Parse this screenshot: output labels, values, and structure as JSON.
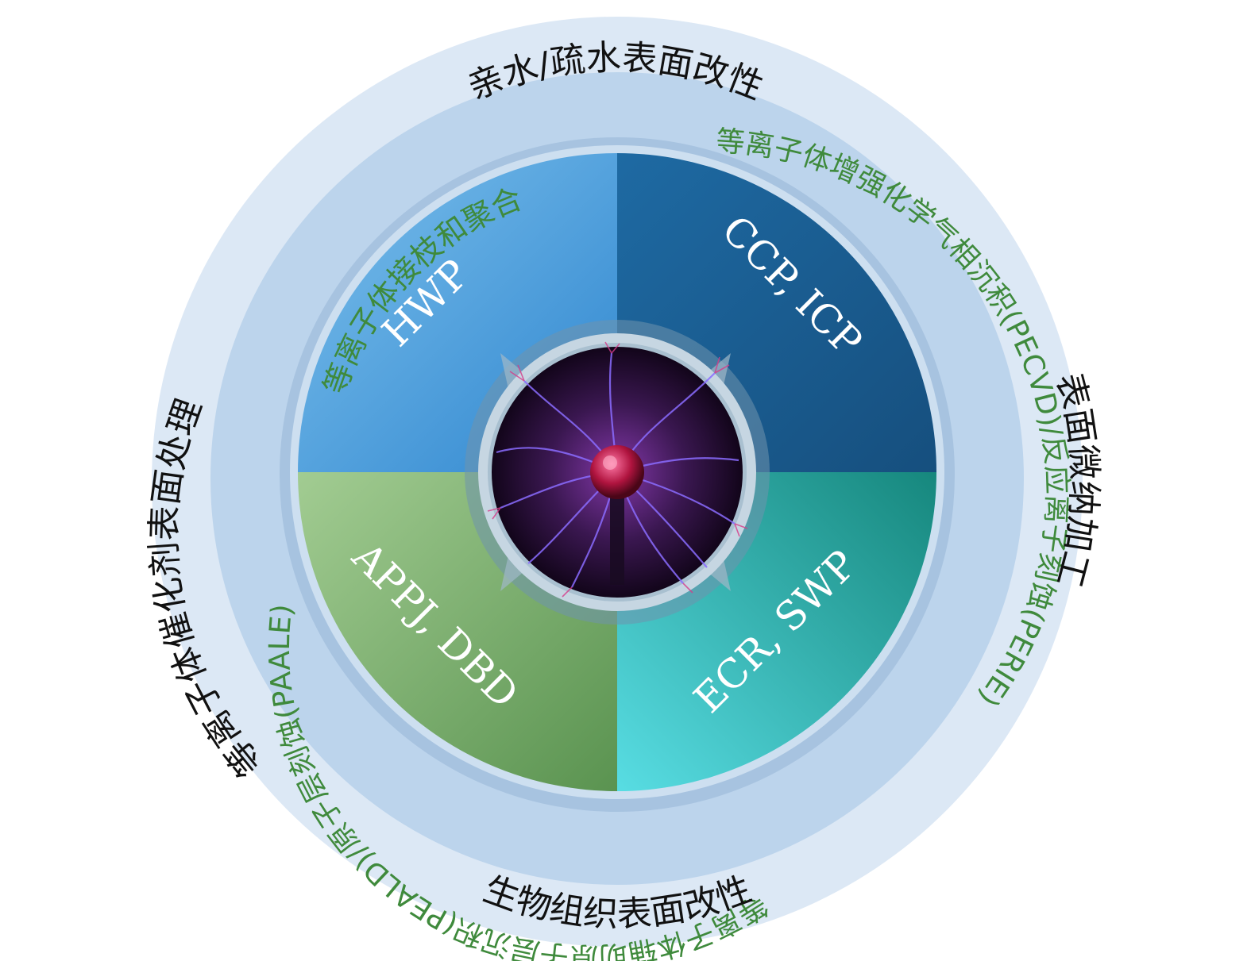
{
  "outer_ring_labels": {
    "top": "亲水/疏水表面改性",
    "right": "表面微纳加工",
    "bottom": "生物组织表面改性",
    "left": "等离子体催化剂表面处理"
  },
  "inner_ring_labels": {
    "top_left": "等离子体接枝和聚合",
    "right": "等离子体增强化学气相沉积(PECVD)/反应离子刻蚀(PERIE)",
    "bottom_left": "等离子体辅助原子层沉积(PEALD)/原子层刻蚀(PAALE)"
  },
  "quadrants": {
    "top_left": "HWP",
    "top_right": "CCP, ICP",
    "bottom_right": "ECR, SWP",
    "bottom_left": "APPJ, DBD"
  },
  "colors": {
    "outer_ring": "#dce8f5",
    "inner_ring": "#bcd4ec",
    "outer_text": "#111111",
    "inner_text": "#3f8a3c",
    "quadrant_text": "#ffffff",
    "q_top_left": "#5aa9e0",
    "q_top_right": "#1a5f93",
    "q_bottom_right": "#2bb3b8",
    "q_bottom_left": "#7fb070",
    "center_plasma": "#2a0c35"
  },
  "icons": {
    "center": "plasma-ball-icon"
  }
}
